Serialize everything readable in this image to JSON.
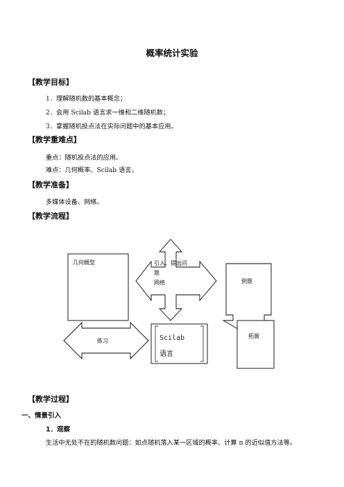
{
  "title": "概率统计实验",
  "sections": {
    "goals": {
      "heading": "【教学目标】",
      "items": [
        "1．理解随机数的基本概念；",
        "2．会用 Scilab 语言求一维和二维随机数；",
        "3．掌握随机投点法在实际问题中的基本应用。"
      ]
    },
    "keypoints": {
      "heading": "【教学重难点】",
      "items": [
        "重点：随机投点法的应用。",
        "难点：几何概率、Scilab 语言。"
      ]
    },
    "prep": {
      "heading": "【教学准备】",
      "items": [
        "多媒体设备、网络。"
      ]
    },
    "flow": {
      "heading": "【教学流程】",
      "diagram": {
        "box_geometry": "几何概型",
        "cross_text_line1": "引入、提出问",
        "cross_text_line2": "题",
        "cross_text_line3": "网络",
        "box_example": "例题",
        "box_practice": "练习",
        "box_scilab_line1": "Scilab",
        "box_scilab_line2": "语言",
        "box_extend": "拓展"
      }
    },
    "process": {
      "heading": "【教学过程】",
      "part1": "一、情景引入",
      "step1": "1．观察",
      "body": "生活中无处不在的随机数问题：如点随机落入某一区域的概率、计算 π 的近似值方法等。"
    }
  }
}
